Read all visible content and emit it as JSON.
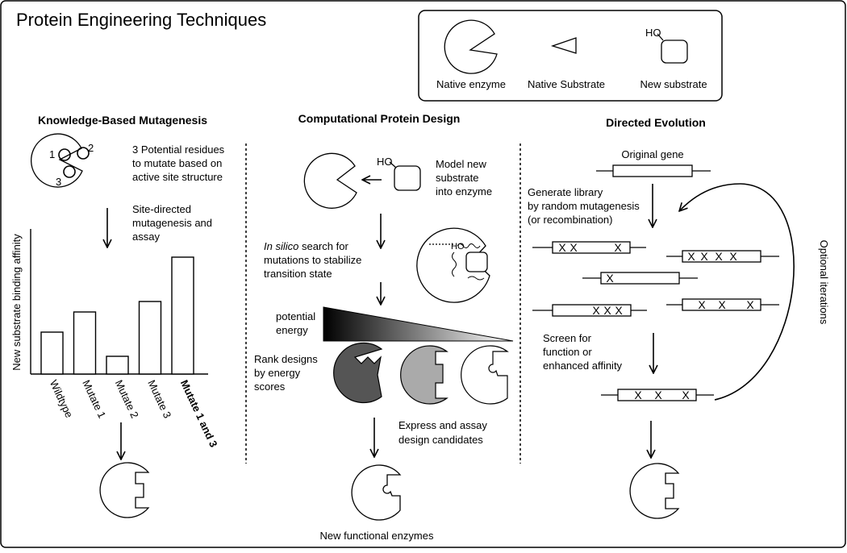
{
  "title": "Protein Engineering Techniques",
  "legend": {
    "native_enzyme": "Native enzyme",
    "native_substrate": "Native Substrate",
    "new_substrate": "New substrate",
    "ho": "HO"
  },
  "knowledge": {
    "heading": "Knowledge-Based Mutagenesis",
    "residue_labels": [
      "1",
      "2",
      "3"
    ],
    "note_lines": [
      "3 Potential residues",
      "to mutate based on",
      "active site structure"
    ],
    "step_lines": [
      "Site-directed",
      "mutagenesis and",
      "assay"
    ]
  },
  "chart_data": {
    "type": "bar",
    "title": "",
    "xlabel": "",
    "ylabel": "New substrate binding affinity",
    "categories": [
      "Wildtype",
      "Mutate 1",
      "Mutate 2",
      "Mutate 3",
      "Mutate 1 and 3"
    ],
    "values": [
      52,
      77,
      22,
      90,
      145
    ],
    "ylim": [
      0,
      180
    ],
    "highlight_category": "Mutate 1 and 3"
  },
  "computational": {
    "heading": "Computational Protein Design",
    "ho": "HO",
    "model_lines": [
      "Model new",
      "substrate",
      "into enzyme"
    ],
    "search_italic": "In silico",
    "search_lines": [
      " search for",
      "mutations to stabilize",
      "transition state"
    ],
    "energy_lines": [
      "potential",
      "energy"
    ],
    "rank_lines": [
      "Rank designs",
      "by  energy",
      "scores"
    ],
    "express_lines": [
      "Express and assay",
      "design candidates"
    ]
  },
  "directed": {
    "heading": "Directed Evolution",
    "original_gene": "Original gene",
    "generate_lines": [
      "Generate library",
      "by random mutagenesis",
      "(or recombination)"
    ],
    "screen_lines": [
      "Screen for",
      "function or",
      "enhanced affinity"
    ],
    "optional": "Optional iterations"
  },
  "footer": "New functional enzymes"
}
